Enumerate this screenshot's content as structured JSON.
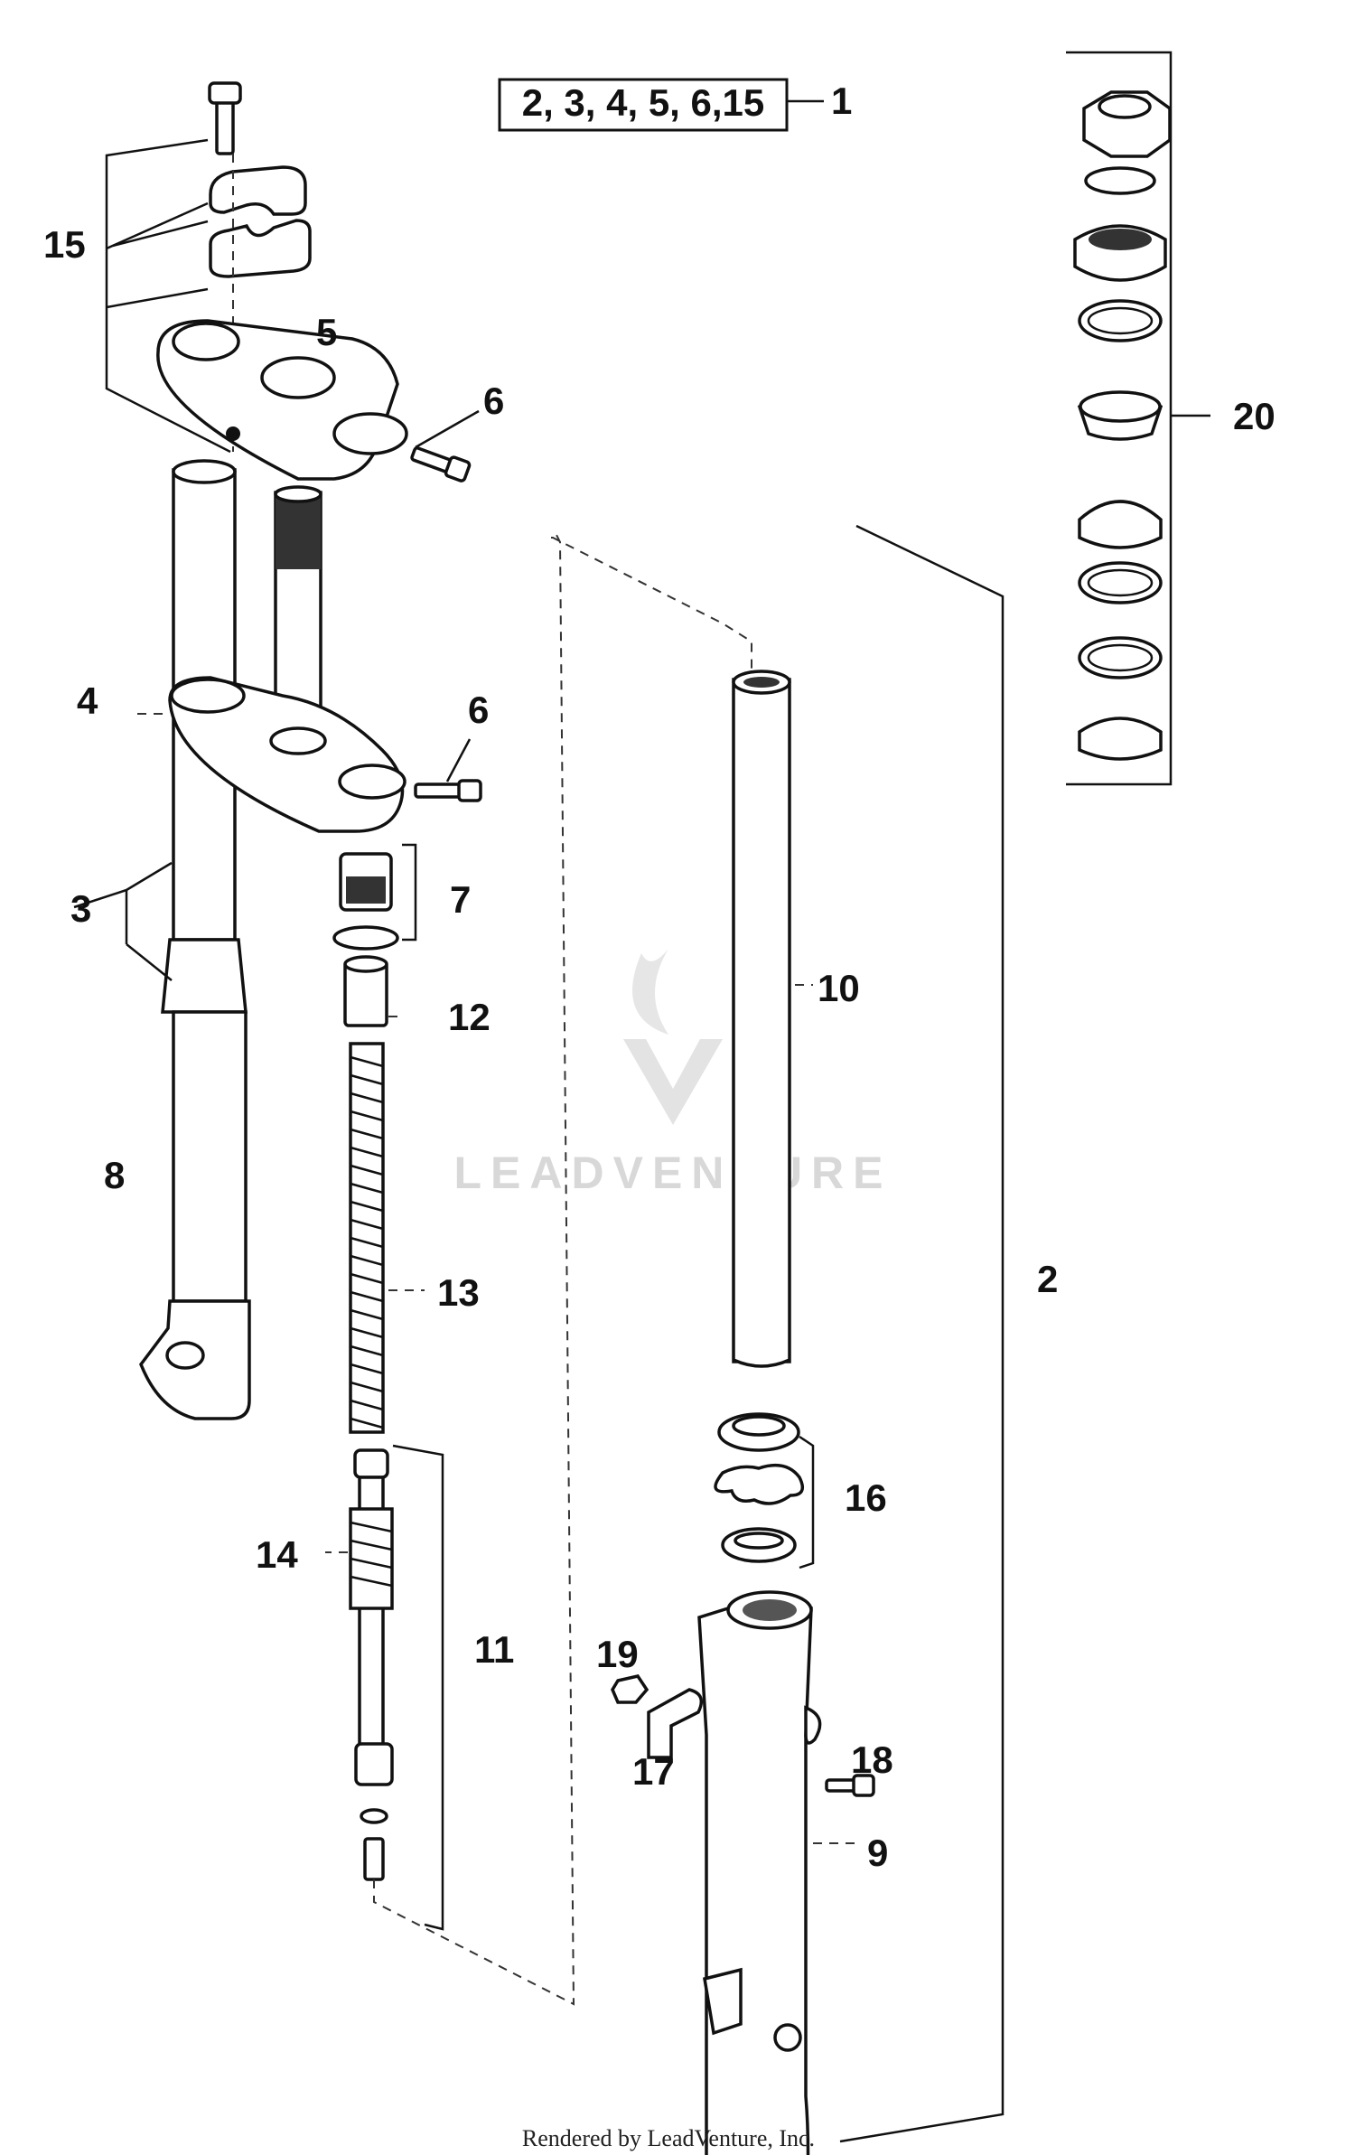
{
  "kit_box": {
    "label": "2, 3, 4, 5, 6,15",
    "ref": "1"
  },
  "callouts": [
    "2",
    "3",
    "4",
    "5",
    "6",
    "6",
    "7",
    "8",
    "9",
    "10",
    "11",
    "12",
    "13",
    "14",
    "15",
    "16",
    "17",
    "18",
    "19",
    "20"
  ],
  "labels": {
    "p2": "2",
    "p3": "3",
    "p4": "4",
    "p5": "5",
    "p6a": "6",
    "p6b": "6",
    "p7": "7",
    "p8": "8",
    "p9": "9",
    "p10": "10",
    "p11": "11",
    "p12": "12",
    "p13": "13",
    "p14": "14",
    "p15": "15",
    "p16": "16",
    "p17": "17",
    "p18": "18",
    "p19": "19",
    "p20": "20"
  },
  "watermark": "LEADVENTURE",
  "footer": "Rendered by LeadVenture, Inc."
}
